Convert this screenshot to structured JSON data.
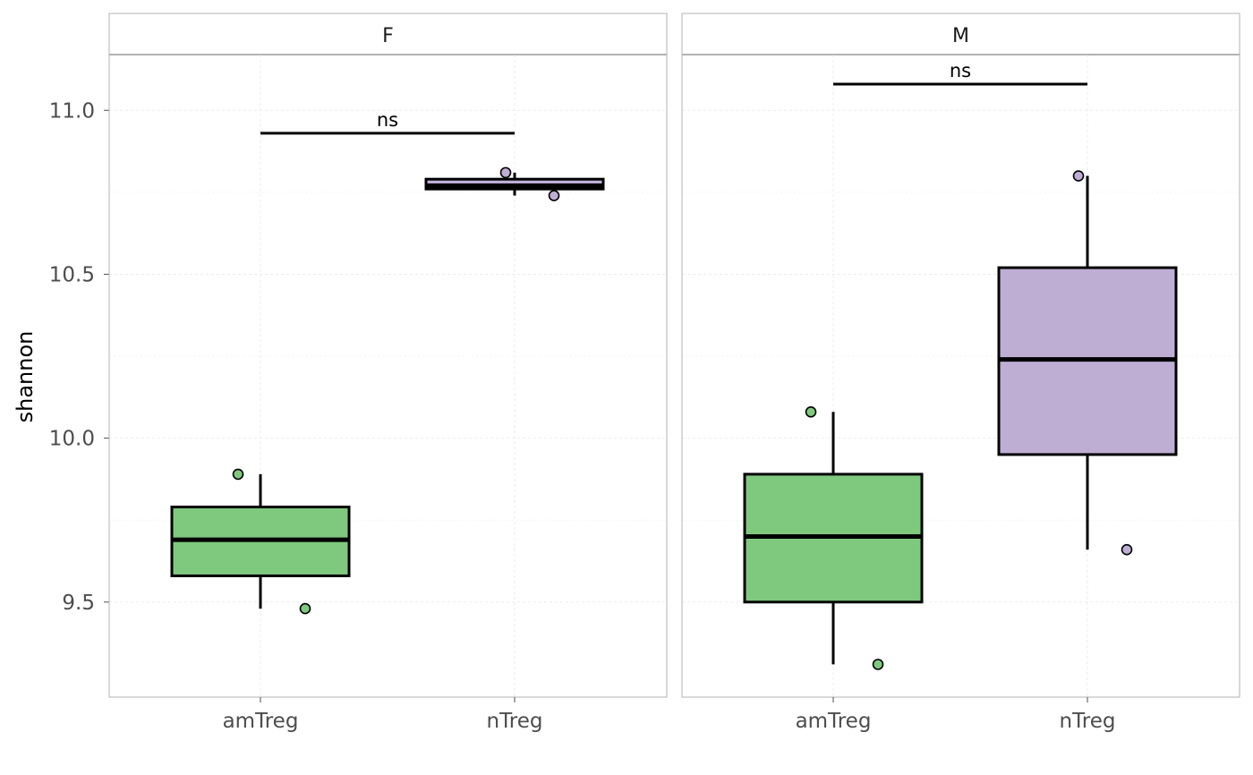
{
  "chart_data": {
    "type": "box",
    "ylabel": "shannon",
    "y_ticks": [
      9.5,
      10.0,
      10.5,
      11.0
    ],
    "y_tick_labels": [
      "9.5",
      "10.0",
      "10.5",
      "11.0"
    ],
    "ylim": [
      9.21,
      11.17
    ],
    "categories": [
      "amTreg",
      "nTreg"
    ],
    "grid": true,
    "colors": {
      "amTreg": "#7fc97f",
      "nTreg": "#beaed4"
    },
    "panels": [
      {
        "label": "F",
        "boxes": [
          {
            "category": "amTreg",
            "min": 9.48,
            "q1": 9.58,
            "median": 9.69,
            "q3": 9.79,
            "max": 9.89,
            "points": [
              9.89,
              9.48
            ]
          },
          {
            "category": "nTreg",
            "min": 10.74,
            "q1": 10.76,
            "median": 10.77,
            "q3": 10.79,
            "max": 10.81,
            "points": [
              10.81,
              10.74
            ]
          }
        ],
        "comparison": {
          "label": "ns",
          "y": 10.93
        }
      },
      {
        "label": "M",
        "boxes": [
          {
            "category": "amTreg",
            "min": 9.31,
            "q1": 9.5,
            "median": 9.7,
            "q3": 9.89,
            "max": 10.08,
            "points": [
              10.08,
              9.31
            ]
          },
          {
            "category": "nTreg",
            "min": 9.66,
            "q1": 9.95,
            "median": 10.24,
            "q3": 10.52,
            "max": 10.8,
            "points": [
              10.8,
              9.66
            ]
          }
        ],
        "comparison": {
          "label": "ns",
          "y": 11.08
        }
      }
    ]
  }
}
